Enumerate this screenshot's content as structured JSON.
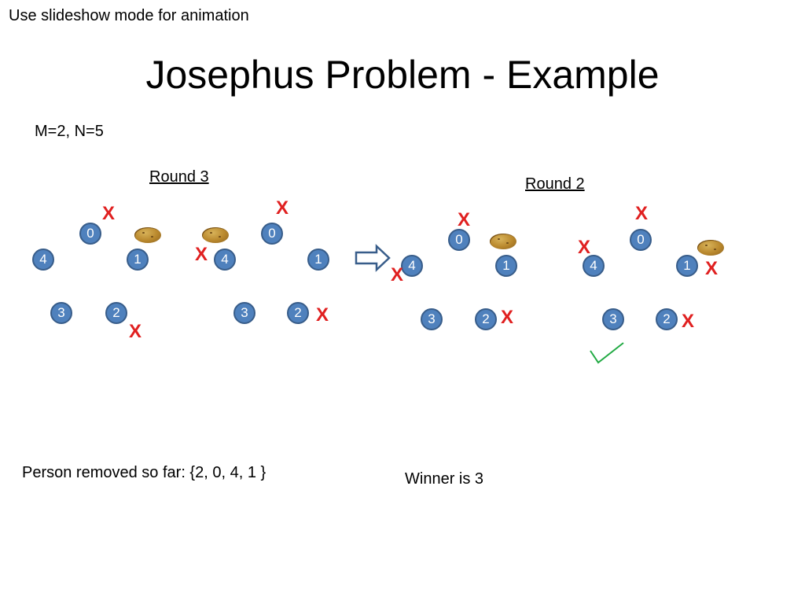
{
  "slide": {
    "note": "Use slideshow mode for animation",
    "title": "Josephus Problem - Example",
    "params": "M=2, N=5",
    "removed_text": "Person removed so far:  {2, 0, 4, 1 }",
    "winner_text": "Winner is 3"
  },
  "rounds": {
    "round3_label": "Round 3",
    "round2_label": "Round 2"
  },
  "nodes": [
    "0",
    "1",
    "2",
    "3",
    "4"
  ],
  "marks": {
    "removed": "X"
  },
  "colors": {
    "node_fill": "#4f81bd",
    "node_border": "#385d8a",
    "mark": "#e02020",
    "check": "#22aa44",
    "arrow": "#385d8a"
  }
}
